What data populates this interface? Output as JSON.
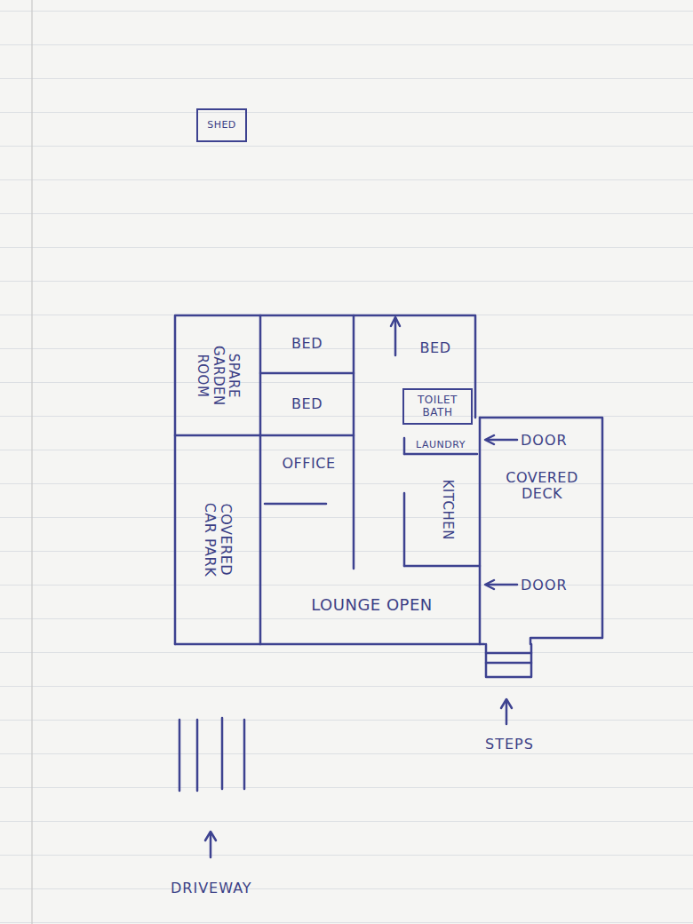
{
  "diagram": {
    "nodes": [
      {
        "text": [
          "SHED"
        ]
      },
      {
        "text": [
          "SPARE GARDEN ROOM"
        ]
      },
      {
        "text": [
          "BED"
        ]
      },
      {
        "text": [
          "BED"
        ]
      },
      {
        "text": [
          "BED"
        ]
      },
      {
        "text": [
          "TOILET BATH"
        ]
      },
      {
        "text": [
          "LAUNDRY"
        ]
      },
      {
        "text": [
          "OFFICE"
        ]
      },
      {
        "text": [
          "COVERED CAR PARK"
        ]
      },
      {
        "text": [
          "KITCHEN"
        ]
      },
      {
        "text": [
          "COVERED DECK"
        ]
      },
      {
        "text": [
          "LOUNGE OPEN"
        ]
      }
    ],
    "labels": [
      "DOOR",
      "DOOR",
      "STEPS",
      "DRIVEWAY"
    ]
  }
}
